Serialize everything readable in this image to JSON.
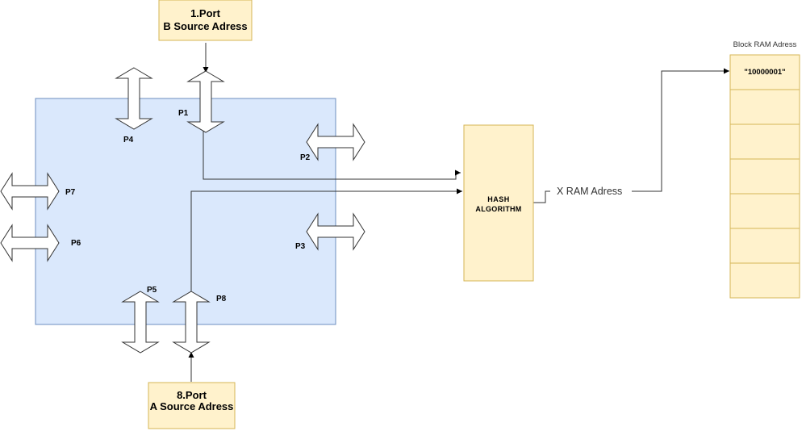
{
  "diagram": {
    "colors": {
      "switch_fill": "#dae8fc",
      "switch_stroke": "#6c8ebf",
      "box_fill": "#fff2cc",
      "box_stroke": "#d6b656",
      "line": "#333333",
      "text": "#000000",
      "label_gray": "#333333"
    },
    "port_b_box": {
      "line1": "1.Port",
      "line2": "B Source Adress"
    },
    "port_a_box": {
      "line1": "8.Port",
      "line2": "A Source Adress"
    },
    "hash_box": {
      "line1": "HASH",
      "line2": "ALGORITHM"
    },
    "x_ram_label": "X RAM Adress",
    "block_ram": {
      "title": "Block RAM Adress",
      "cells": [
        "\"10000001\"",
        "",
        "",
        "",
        "",
        "",
        ""
      ]
    },
    "ports": [
      {
        "id": "P1",
        "label": "P1",
        "orientation": "vertical"
      },
      {
        "id": "P2",
        "label": "P2",
        "orientation": "horizontal"
      },
      {
        "id": "P3",
        "label": "P3",
        "orientation": "horizontal"
      },
      {
        "id": "P4",
        "label": "P4",
        "orientation": "vertical"
      },
      {
        "id": "P5",
        "label": "P5",
        "orientation": "vertical"
      },
      {
        "id": "P6",
        "label": "P6",
        "orientation": "horizontal"
      },
      {
        "id": "P7",
        "label": "P7",
        "orientation": "horizontal"
      },
      {
        "id": "P8",
        "label": "P8",
        "orientation": "vertical"
      }
    ]
  }
}
